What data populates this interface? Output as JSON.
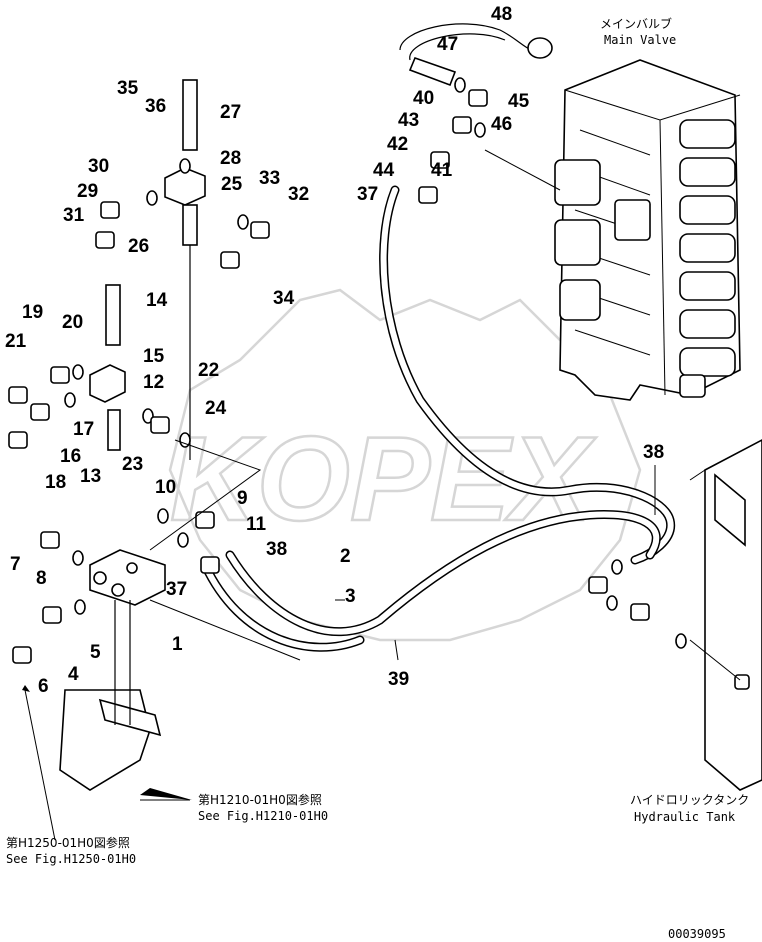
{
  "watermark": "KOPEX",
  "drawing_number": "00039095",
  "callouts": {
    "main_valve": {
      "jp": "メインバルブ",
      "en": "Main Valve"
    },
    "hydraulic_tank": {
      "jp": "ハイドロリックタンク",
      "en": "Hydraulic Tank"
    },
    "ref_h1210": {
      "jp": "第H1210-01H0図参照",
      "en": "See Fig.H1210-01H0"
    },
    "ref_h1250": {
      "jp": "第H1250-01H0図参照",
      "en": "See Fig.H1250-01H0"
    }
  },
  "part_numbers": [
    "1",
    "2",
    "3",
    "4",
    "5",
    "6",
    "7",
    "8",
    "9",
    "10",
    "11",
    "12",
    "13",
    "14",
    "15",
    "16",
    "17",
    "18",
    "19",
    "20",
    "21",
    "22",
    "23",
    "24",
    "25",
    "26",
    "27",
    "28",
    "29",
    "30",
    "31",
    "32",
    "33",
    "34",
    "35",
    "36",
    "37",
    "37",
    "38",
    "38",
    "39",
    "40",
    "41",
    "42",
    "43",
    "44",
    "45",
    "46",
    "47",
    "48"
  ]
}
